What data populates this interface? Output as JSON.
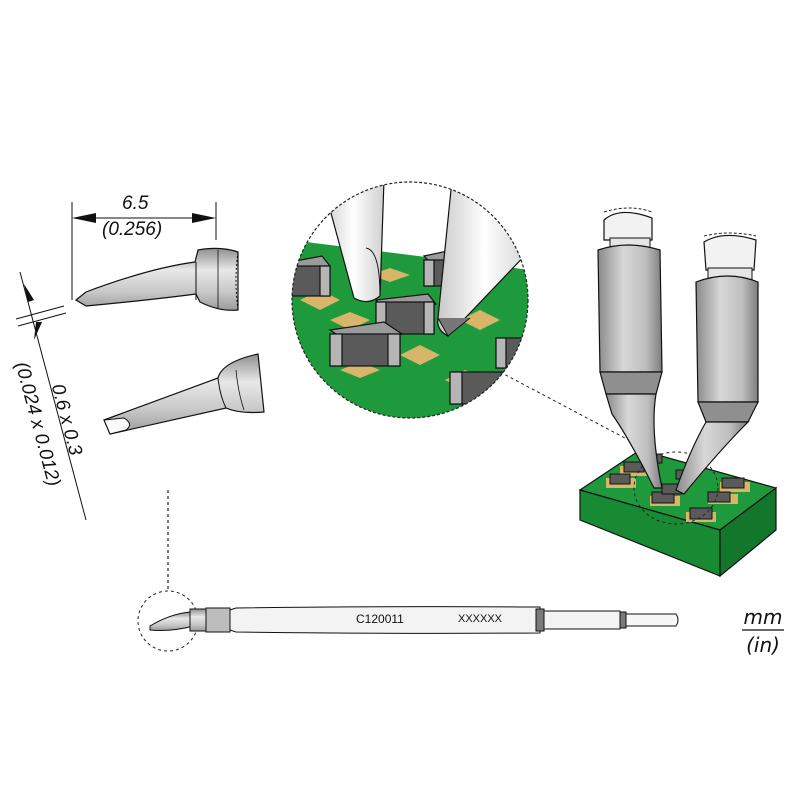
{
  "dimensions": {
    "length_mm": "6.5",
    "length_in": "(0.256)",
    "tip_mm": "0.6 x 0.3",
    "tip_in": "(0.024 x 0.012)"
  },
  "cartridge": {
    "part_number": "C120011",
    "serial_placeholder": "XXXXXX"
  },
  "units": {
    "top": "mm",
    "bottom": "(in)"
  },
  "colors": {
    "pcb_green": "#1e9a3c",
    "pad_gold": "#d9b56a",
    "component_body": "#5a5a5a",
    "component_end": "#b5b5b5",
    "metal_light": "#eeeeee",
    "metal_mid": "#b0b0b0",
    "outline": "#111111"
  }
}
